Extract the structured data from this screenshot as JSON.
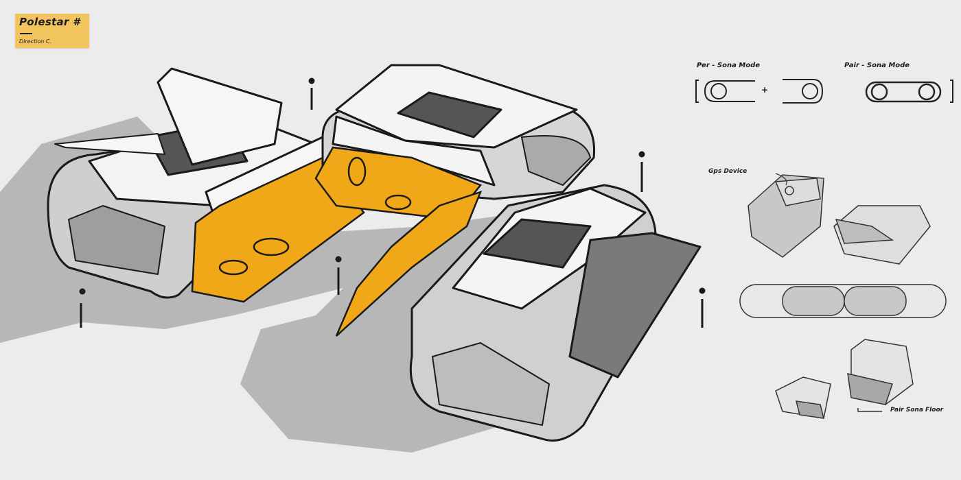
{
  "sticky_note": {
    "title": "Polestar #",
    "subtitle": "Direction C.",
    "color": "#f2c45e"
  },
  "annotations": {
    "per_sona_mode": "Per -  Sona Mode",
    "plus_sign": "+",
    "pair_sona_mode": "Pair -  Sona Mode",
    "gps_device": "Gps Device",
    "pair_sona_floor": "Pair Sona Floor"
  },
  "colors": {
    "paper": "#ececec",
    "shadow": "#9a9a9a",
    "interior_accent": "#f0a818",
    "body": "#f4f4f4",
    "ink": "#1a1a1a",
    "glass": "#555555"
  },
  "sketch_elements": {
    "main_pods": [
      "left-pod-open-lid",
      "center-pod",
      "right-pod-open-door"
    ],
    "thumbnails": [
      "gps-device-pod-view",
      "top-pod-view",
      "paired-side-view",
      "floor-deploy-view-a",
      "floor-deploy-view-b"
    ]
  }
}
